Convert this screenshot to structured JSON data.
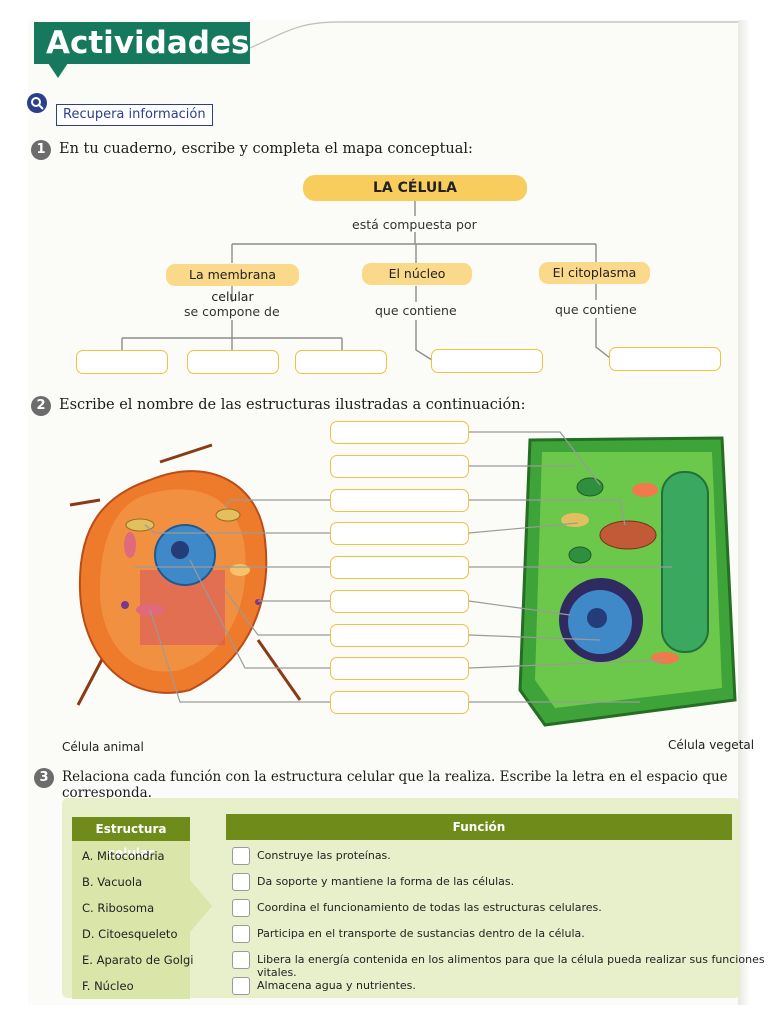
{
  "header": {
    "banner": "Actividades",
    "section_tag": "Recupera información"
  },
  "q1": {
    "number": "1",
    "prompt": "En tu cuaderno, escribe y completa el mapa conceptual:",
    "root": "LA CÉLULA",
    "root_connector": "está compuesta por",
    "branches": [
      {
        "label": "La membrana celular",
        "connector": "se compone de",
        "blanks": 3
      },
      {
        "label": "El núcleo",
        "connector": "que contiene",
        "blanks": 1
      },
      {
        "label": "El citoplasma",
        "connector": "que contiene",
        "blanks": 1
      }
    ]
  },
  "q2": {
    "number": "2",
    "prompt": "Escribe el nombre de las estructuras ilustradas a continuación:",
    "animal_caption": "Célula animal",
    "plant_caption": "Célula vegetal",
    "label_blanks": 9
  },
  "q3": {
    "number": "3",
    "prompt": "Relaciona cada función con la estructura celular que la realiza. Escribe la letra en el espacio que corresponda.",
    "left_header": "Estructura celular",
    "right_header": "Función",
    "structures": [
      "A. Mitocondria",
      "B. Vacuola",
      "C. Ribosoma",
      "D. Citoesqueleto",
      "E. Aparato de Golgi",
      "F. Núcleo"
    ],
    "functions": [
      "Construye las proteínas.",
      "Da soporte y mantiene la forma de las células.",
      "Coordina el funcionamiento de todas las estructuras celulares.",
      "Participa en el transporte de sustancias dentro de la célula.",
      "Libera la energía contenida en los alimentos para que la célula pueda realizar sus funciones vitales.",
      "Almacena agua y nutrientes."
    ]
  },
  "colors": {
    "banner": "#16795d",
    "pill": "#fbd98a",
    "blank_border": "#f3bf45",
    "table_green": "#6f8b1a",
    "table_bg": "#e8efcb"
  }
}
